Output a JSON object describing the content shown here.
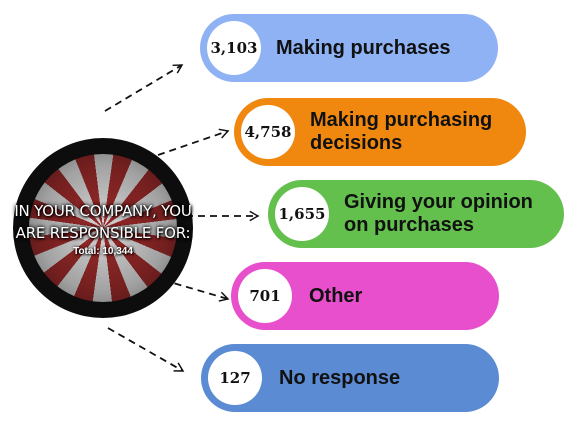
{
  "hub": {
    "question": "IN YOUR COMPANY, YOU ARE RESPONSIBLE FOR:",
    "total": "Total: 10,344"
  },
  "responses": [
    {
      "count": "3,103",
      "label": "Making purchases",
      "color": "#8eb2f4"
    },
    {
      "count": "4,758",
      "label": "Making purchasing decisions",
      "color": "#f08810"
    },
    {
      "count": "1,655",
      "label": "Giving your opinion on purchases",
      "color": "#64c04d"
    },
    {
      "count": "701",
      "label": "Other",
      "color": "#e84fcd"
    },
    {
      "count": "127",
      "label": "No response",
      "color": "#5b8bd3"
    }
  ],
  "style": {
    "connector_color": "#111111",
    "connector": "dashed-arrow"
  }
}
